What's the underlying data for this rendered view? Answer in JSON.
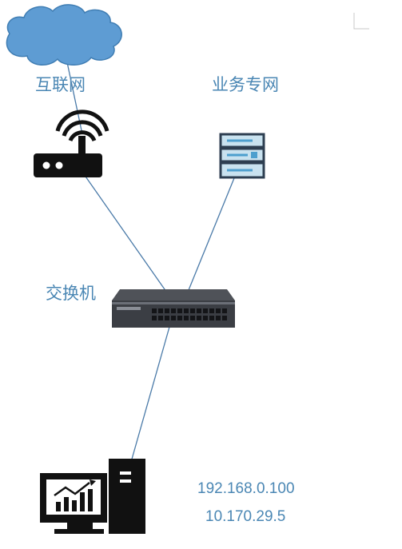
{
  "labels": {
    "internet": "互联网",
    "private_network": "业务专网",
    "switch": "交换机"
  },
  "ip_addresses": [
    "192.168.0.100",
    "10.170.29.5"
  ],
  "nodes": [
    {
      "id": "cloud",
      "icon": "cloud-icon"
    },
    {
      "id": "router",
      "icon": "router-icon"
    },
    {
      "id": "server",
      "icon": "server-rack-icon"
    },
    {
      "id": "switch",
      "icon": "network-switch-icon"
    },
    {
      "id": "computer",
      "icon": "desktop-computer-icon"
    }
  ],
  "connections": [
    {
      "from": "cloud",
      "to": "router"
    },
    {
      "from": "router",
      "to": "switch"
    },
    {
      "from": "server",
      "to": "switch"
    },
    {
      "from": "switch",
      "to": "computer"
    }
  ],
  "colors": {
    "label_text": "#4b87b4",
    "link_line": "#4a7aa8",
    "cloud_fill": "#5e9cd3",
    "device_dark": "#111111",
    "server_fill": "#c9e2ef",
    "server_accent": "#4d9fce"
  }
}
